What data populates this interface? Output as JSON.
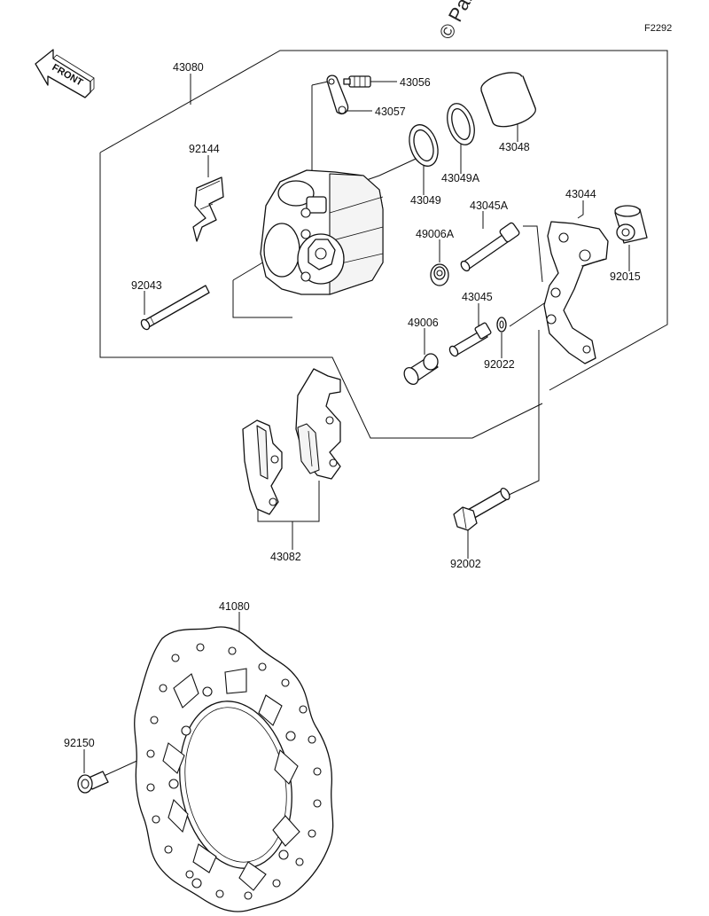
{
  "figure_code": "F2292",
  "watermark": "© Part",
  "front_label": "FRONT",
  "callouts": {
    "caliper_assy": "43080",
    "bleeder": "43056",
    "bleeder_cap": "43057",
    "piston": "43048",
    "seal_a": "43049A",
    "seal": "43049",
    "pad_spring": "92144",
    "pin_a": "43045A",
    "boot_a": "49006A",
    "bracket": "43044",
    "collar": "92015",
    "pad_pin": "92043",
    "pin": "43045",
    "boot": "49006",
    "circlip": "92022",
    "pads": "43082",
    "bolt_bracket": "92002",
    "disc": "41080",
    "disc_bolt": "92150"
  }
}
